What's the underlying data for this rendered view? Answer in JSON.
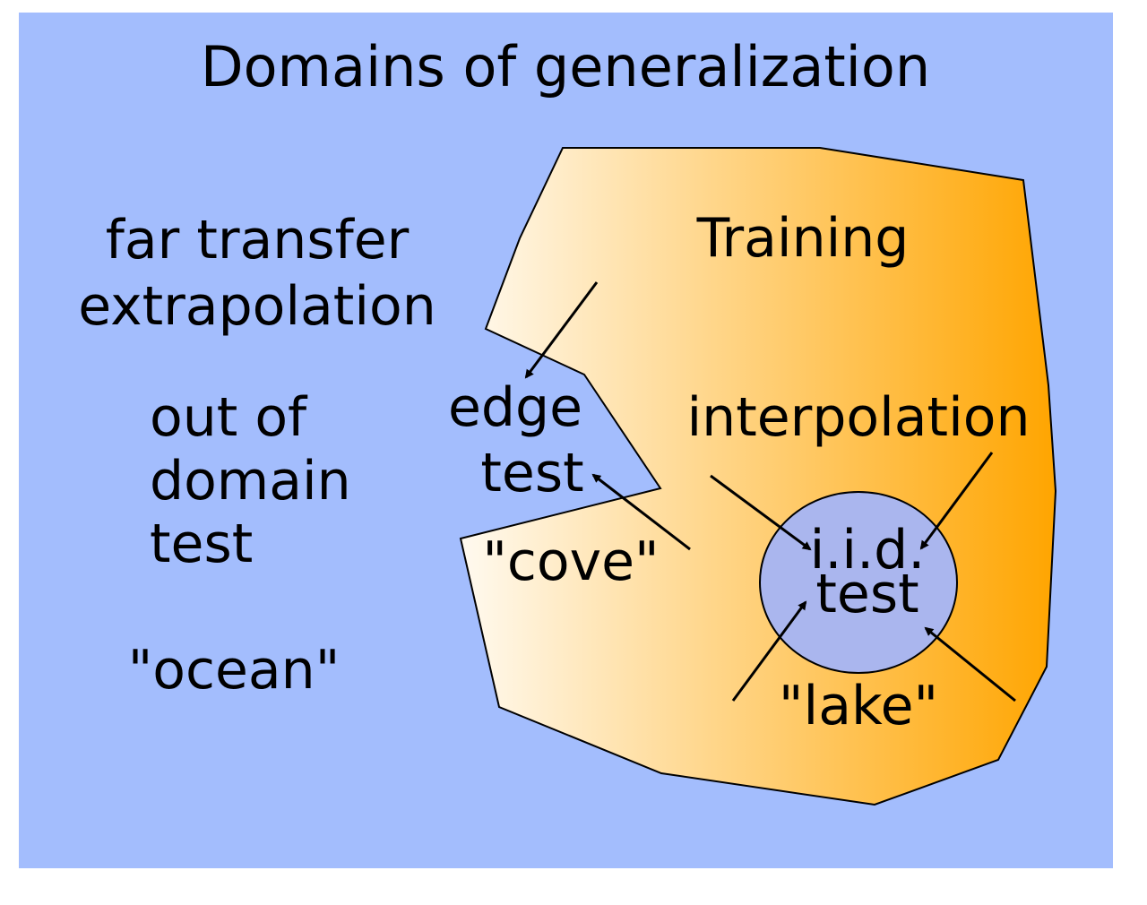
{
  "title": "Domains of generalization",
  "colors": {
    "ocean": "#a3bdfd",
    "training_gradient_start": "#fffaf0",
    "training_gradient_end": "#ffa500",
    "lake": "#aab6ee",
    "ink": "#000000",
    "page": "#ffffff"
  },
  "regions": {
    "ocean": {
      "lines": [
        "far transfer",
        "extrapolation"
      ],
      "ood_lines": [
        "out of",
        "domain",
        "test"
      ],
      "quote": "\"ocean\""
    },
    "training": {
      "label": "Training",
      "interpolation": "interpolation"
    },
    "edge": {
      "lines": [
        "edge",
        "test"
      ],
      "cove": "\"cove\""
    },
    "lake": {
      "lines": [
        "i.i.d.",
        "test"
      ],
      "quote": "\"lake\""
    }
  },
  "arrows": [
    {
      "id": "arrow-to-edge-from-top",
      "from": "Training",
      "to": "edge test"
    },
    {
      "id": "arrow-to-edge-from-cove",
      "from": "\"cove\"",
      "to": "edge test"
    },
    {
      "id": "arrow-interpolation-left",
      "from": "interpolation",
      "to": "i.i.d. test"
    },
    {
      "id": "arrow-interpolation-right",
      "from": "interpolation",
      "to": "i.i.d. test"
    },
    {
      "id": "arrow-lake-left",
      "from": "\"lake\"",
      "to": "i.i.d. test"
    },
    {
      "id": "arrow-lake-right",
      "from": "\"lake\"",
      "to": "i.i.d. test"
    }
  ]
}
